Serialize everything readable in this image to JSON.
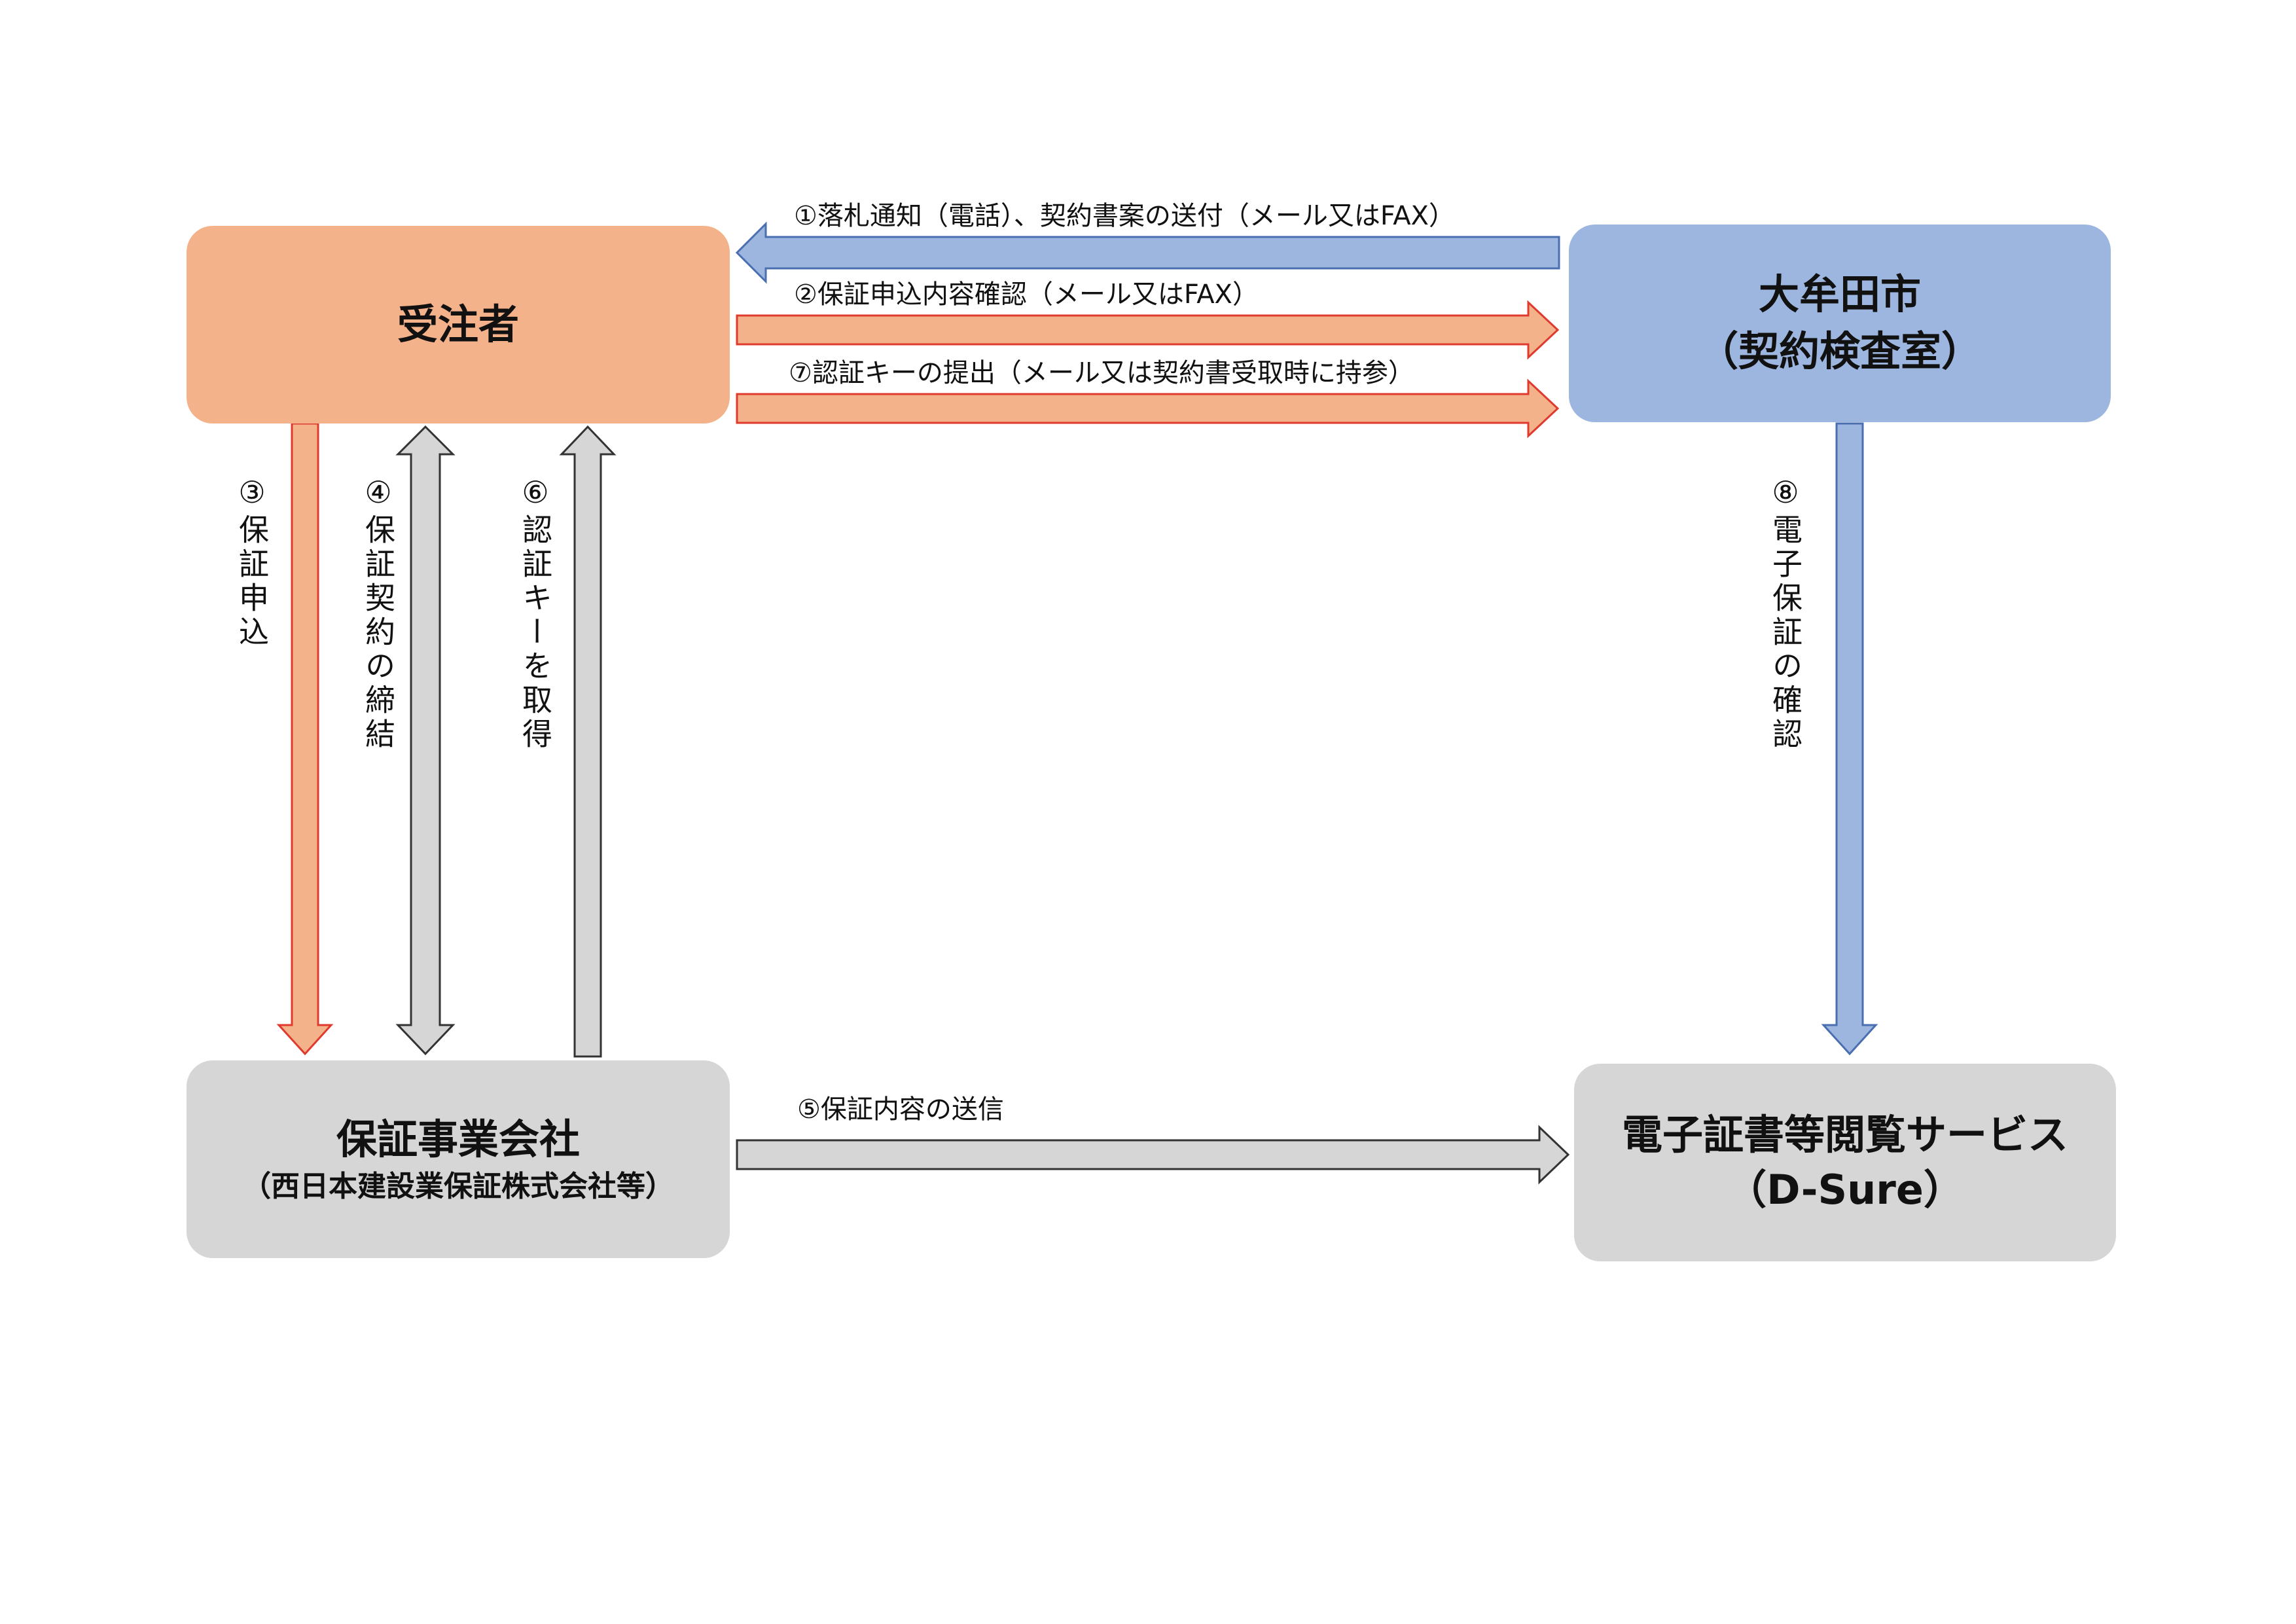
{
  "nodes": {
    "contractor": {
      "title": "受注者"
    },
    "city": {
      "title": "大牟田市",
      "subtitle": "（契約検査室）"
    },
    "guarantor": {
      "title": "保証事業会社",
      "subtitle": "（西日本建設業保証株式会社等）"
    },
    "dsure": {
      "title": "電子証書等閲覧サービス",
      "subtitle": "（D-Sure）"
    }
  },
  "flows": {
    "f1": "①落札通知（電話）、契約書案の送付（メール又はFAX）",
    "f2": "②保証申込内容確認（メール又はFAX）",
    "f7": "⑦認証キーの提出（メール又は契約書受取時に持参）",
    "f3": "③保証申込",
    "f4": "④保証契約の締結",
    "f6": "⑥認証キーを取得",
    "f5": "⑤保証内容の送信",
    "f8": "⑧電子保証の確認"
  },
  "colors": {
    "orange_fill": "#f4b28a",
    "blue_fill": "#9db6e0",
    "gray_fill": "#d6d6d6",
    "red_stroke": "#e03a2e",
    "blue_stroke": "#4a6fb0",
    "gray_stroke": "#333333"
  }
}
